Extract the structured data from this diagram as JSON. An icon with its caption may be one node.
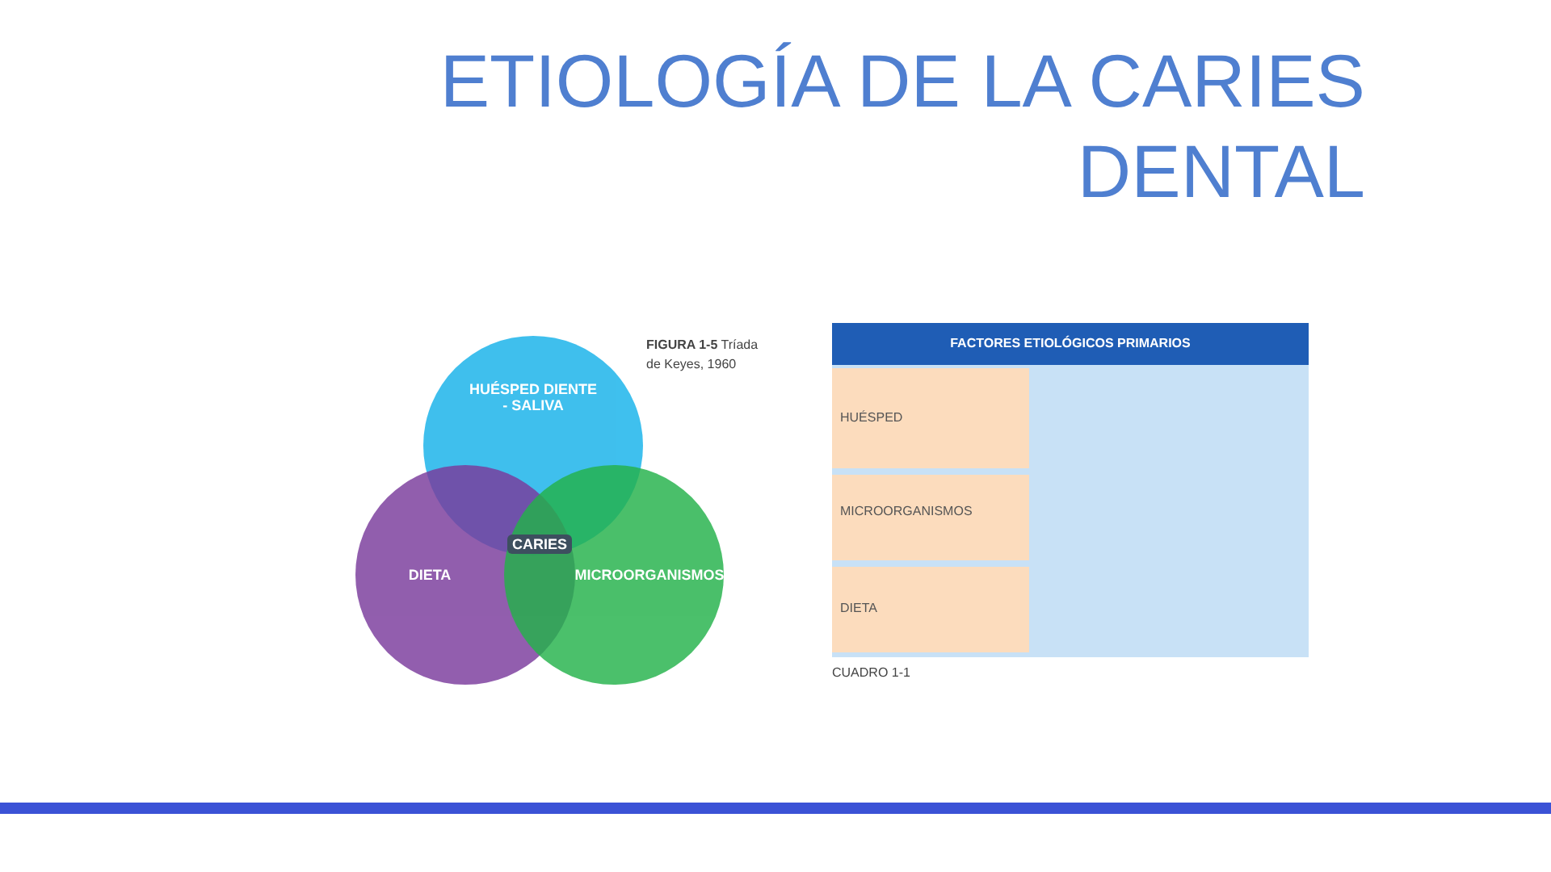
{
  "diagram": {
    "title": "ETIOLOGÍA DE LA CARIES DENTAL",
    "nodes": [
      {
        "text": [
          "HUÉSPED DIENTE - SALIVA"
        ]
      },
      {
        "text": [
          "DIETA"
        ]
      },
      {
        "text": [
          "MICROORGANISMOS"
        ]
      },
      {
        "text": [
          "CARIES"
        ]
      }
    ],
    "labels": [
      "**FIGURA 1-5** Tríada de Keyes, 1960",
      "FACTORES ETIOLÓGICOS PRIMARIOS",
      "HUÉSPED",
      "MICROORGANISMOS",
      "DIETA",
      "CUADRO 1-1"
    ]
  }
}
